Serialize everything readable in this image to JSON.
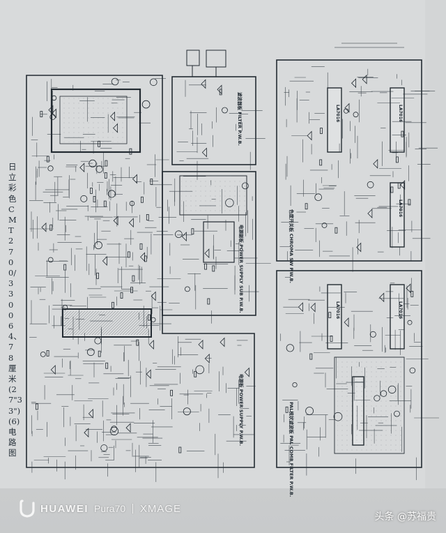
{
  "document": {
    "title_vertical": "日立 彩色 CMT2700/3300 64、78厘米(27\"33\")(6)电路图",
    "boards": {
      "filter": "滤波器板 FILTER P.W.B.",
      "power_sub": "电源副板 POWER SUPPLY SUB P.W.B.",
      "power_main": "电源板 POWER SUPPLY P.W.B.",
      "chroma_sw": "色度开关板 CHROMA SW P.W.B.",
      "pal_comb": "PAL梳状滤波板 PAL COMB FILTER P.W.B."
    },
    "ic_labels": {
      "ic1": "LA7016",
      "ic2": "LA7016",
      "ic3": "LA7016",
      "ic4": "LA7016",
      "ic5": "LA7016"
    }
  },
  "watermark": {
    "brand": "HUAWEI",
    "model": "Pura70",
    "separator": "|",
    "sub": "XMAGE"
  },
  "credit": "头条 @苏福贵",
  "colors": {
    "ink": "#1f2830",
    "paper": "#d6d8d9"
  }
}
